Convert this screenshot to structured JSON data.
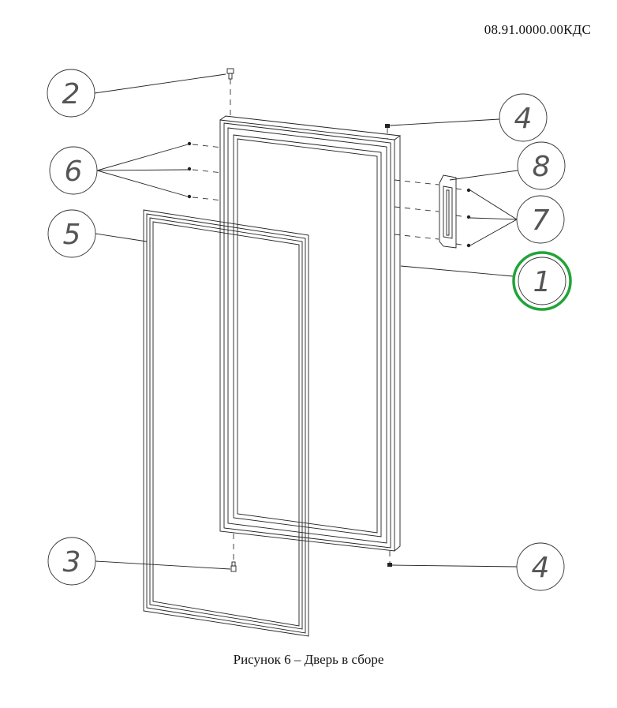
{
  "document": {
    "code": "08.91.0000.00КДС",
    "caption": "Рисунок 6 – Дверь в сборе"
  },
  "callouts": [
    {
      "id": "1",
      "label": "1",
      "highlighted": true
    },
    {
      "id": "2",
      "label": "2"
    },
    {
      "id": "3",
      "label": "3"
    },
    {
      "id": "4a",
      "label": "4"
    },
    {
      "id": "4b",
      "label": "4"
    },
    {
      "id": "5",
      "label": "5"
    },
    {
      "id": "6",
      "label": "6"
    },
    {
      "id": "7",
      "label": "7"
    },
    {
      "id": "8",
      "label": "8"
    }
  ],
  "colors": {
    "highlight": "#22a33a",
    "line": "#222222",
    "callout_text": "#555555"
  }
}
